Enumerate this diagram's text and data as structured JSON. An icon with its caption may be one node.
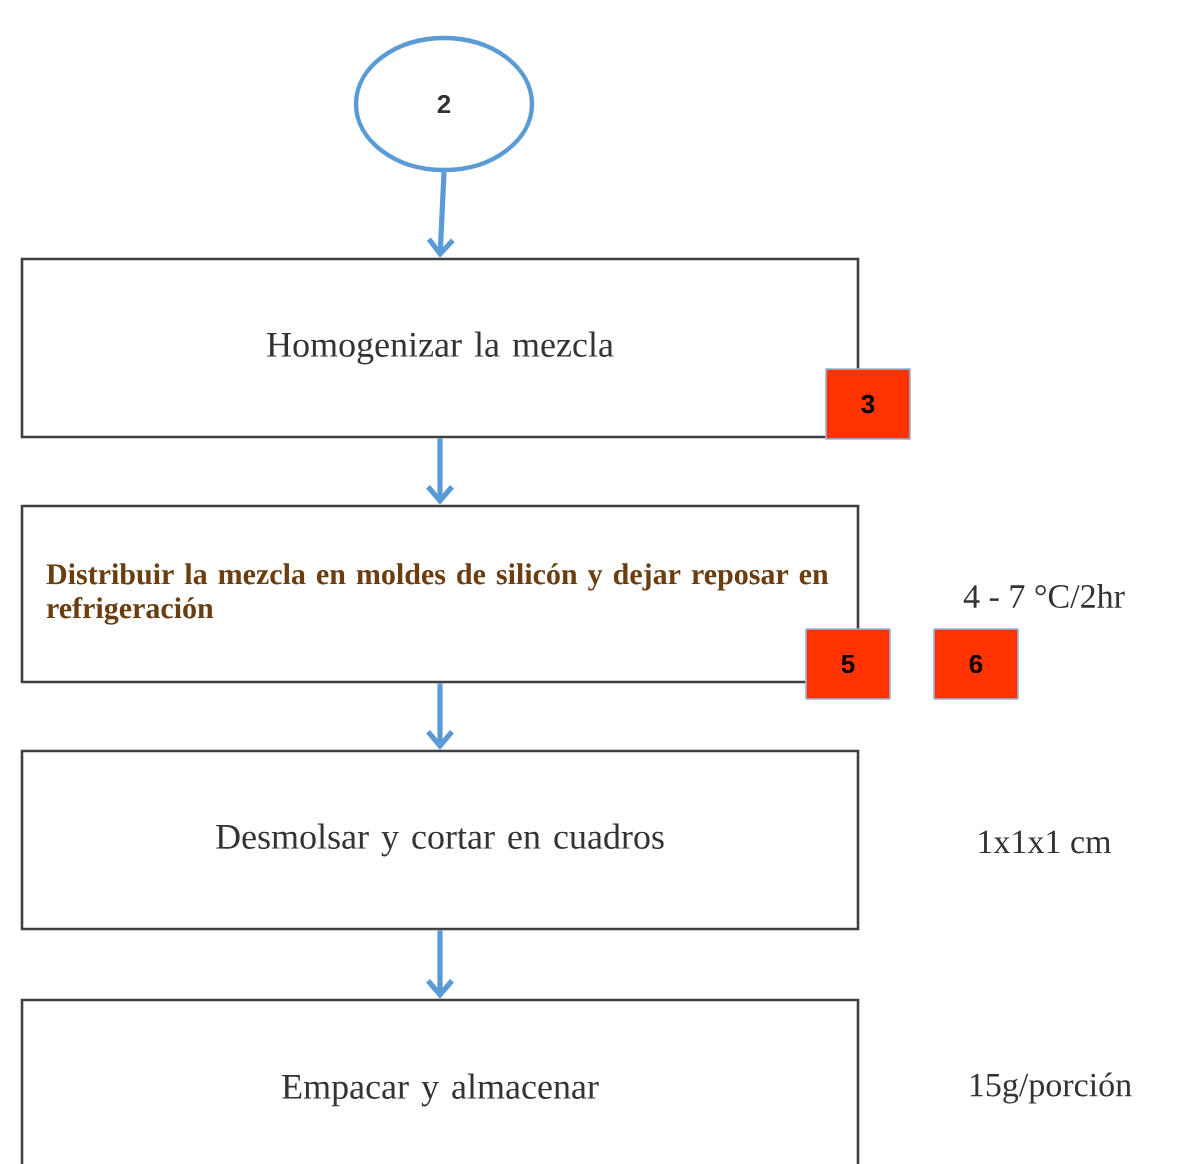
{
  "diagram": {
    "nodes": [
      {
        "text": [
          "2"
        ]
      },
      {
        "text": [
          "Homogenizar la mezcla"
        ]
      },
      {
        "text": [
          "Distribuir la mezcla en moldes de silicón y dejar reposar en refrigeración"
        ],
        "beside": [
          "4 - 7 °C/2hr"
        ]
      },
      {
        "text": [
          "Desmolsar  y cortar en cuadros"
        ],
        "beside": [
          "1x1x1 cm"
        ]
      },
      {
        "text": [
          "Empacar y almacenar"
        ],
        "beside": [
          "15g/porción"
        ]
      }
    ],
    "edges": [
      {
        "from": 0,
        "to": 1,
        "arrow": "to"
      },
      {
        "from": 1,
        "to": 2,
        "arrow": "to"
      },
      {
        "from": 2,
        "to": 3,
        "arrow": "to"
      },
      {
        "from": 3,
        "to": 4,
        "arrow": "to"
      }
    ],
    "labels": [
      "3",
      "5",
      "6"
    ]
  }
}
